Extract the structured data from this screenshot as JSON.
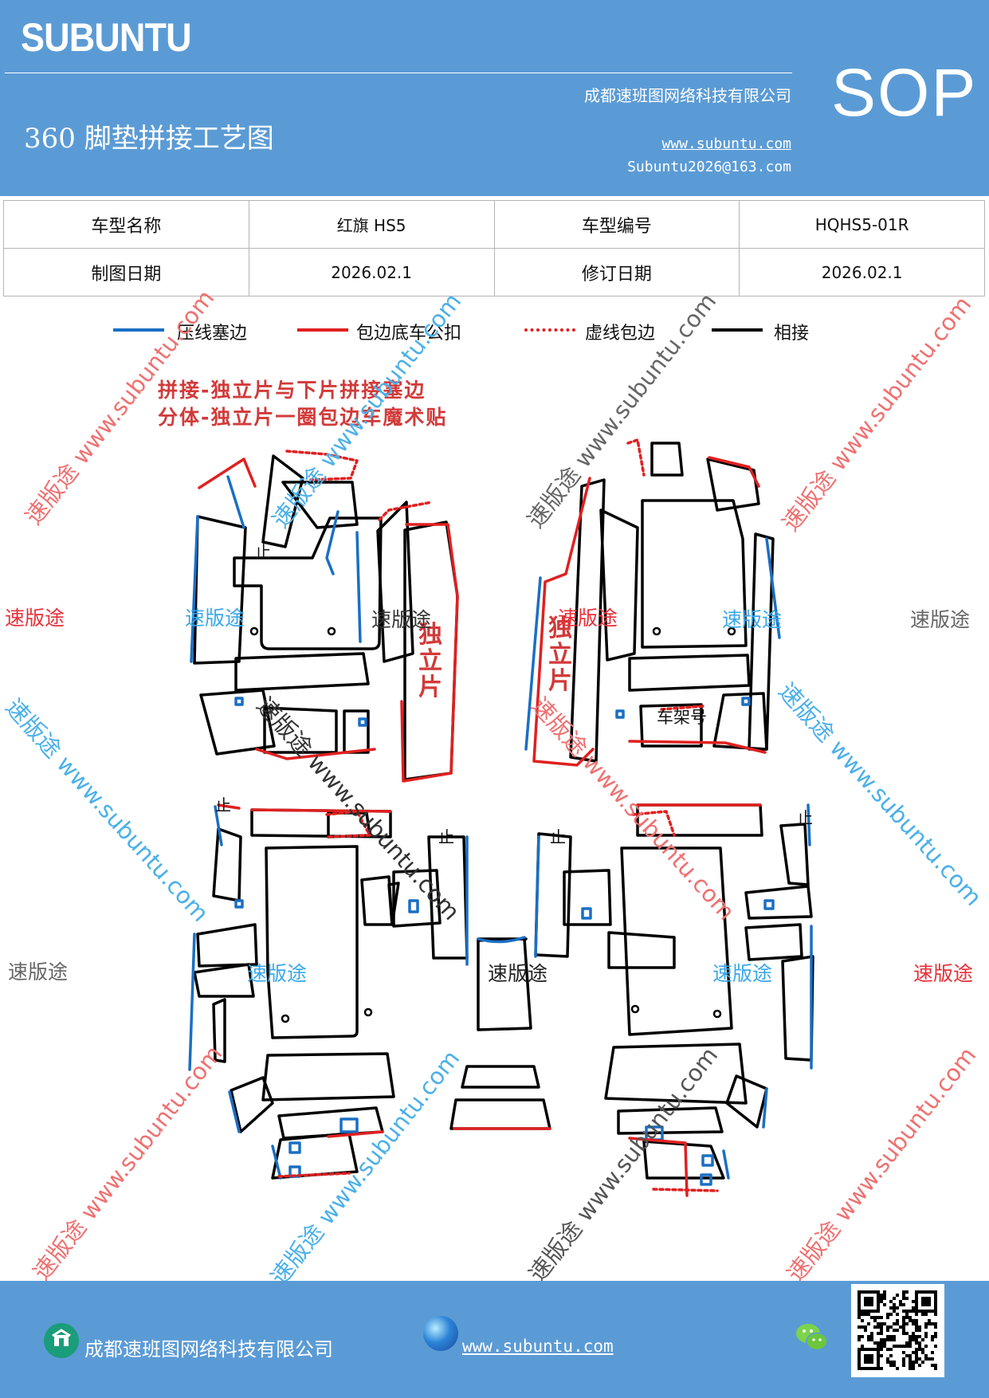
{
  "header": {
    "brand": "SUBUNTU",
    "company": "成都速班图网络科技有限公司",
    "title": "360 脚垫拼接工艺图",
    "website": "www.subuntu.com",
    "email": "Subuntu2026@163.com",
    "badge": "SOP",
    "color": "#5b9bd5"
  },
  "info_table": {
    "rows": [
      [
        "车型名称",
        "红旗 HS5",
        "车型编号",
        "HQHS5-01R"
      ],
      [
        "制图日期",
        "2026.02.1",
        "修订日期",
        "2026.02.1"
      ]
    ]
  },
  "legend": [
    {
      "label": "压线塞边",
      "color": "#1a6fc4",
      "style": "solid"
    },
    {
      "label": "包边底车公扣",
      "color": "#e02020",
      "style": "solid"
    },
    {
      "label": "虚线包边",
      "color": "#e02020",
      "style": "dotted"
    },
    {
      "label": "相接",
      "color": "#000000",
      "style": "solid"
    }
  ],
  "notes": [
    "拼接-独立片与下片拼接塞边",
    "分体-独立片一圈包边车魔术贴"
  ],
  "diagram_labels": {
    "stop": "止",
    "standalone": "独立片",
    "frame_number": "车架号"
  },
  "watermark": {
    "short": "速版途",
    "long": "速版途 www.subuntu.com",
    "colors": {
      "red": "#e8303a",
      "blue": "#3aa8e8",
      "gray": "#666666"
    }
  },
  "footer": {
    "company": "成都速班图网络科技有限公司",
    "website": "www.subuntu.com"
  }
}
